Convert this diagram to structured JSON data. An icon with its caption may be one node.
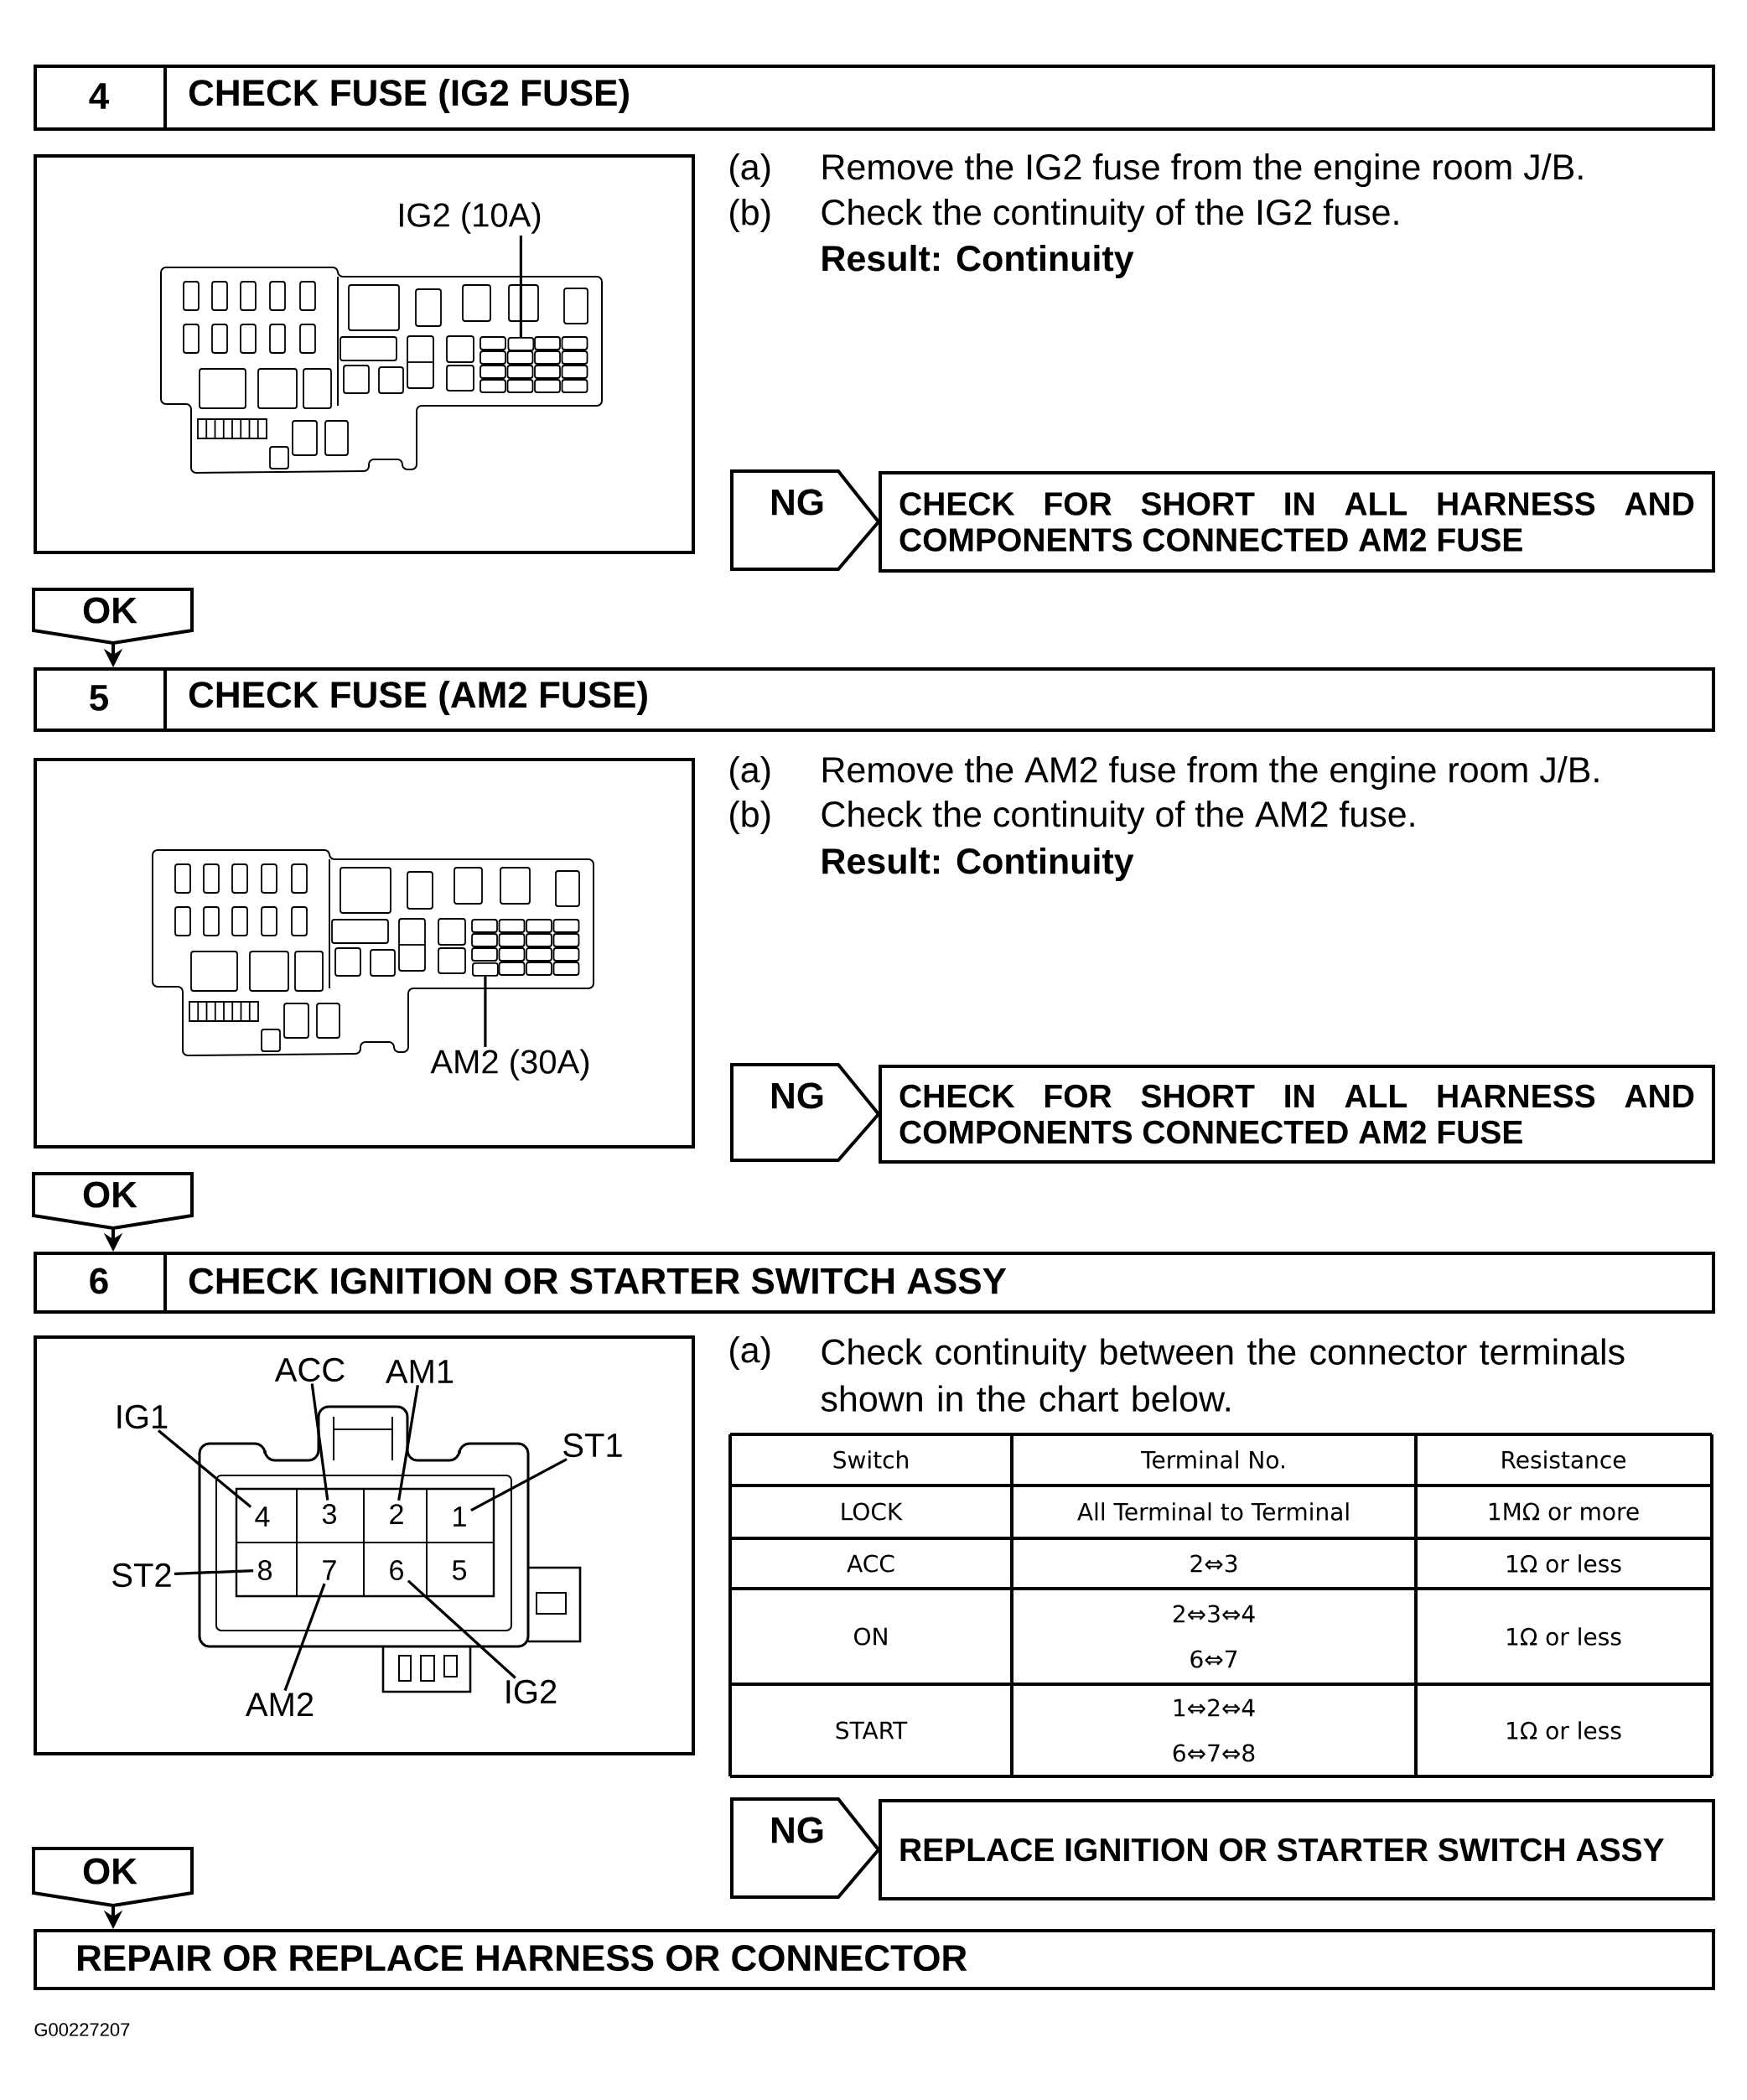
{
  "diagram": {
    "nodes": [
      {
        "text": [
          "4",
          "CHECK FUSE (IG2 FUSE)"
        ]
      },
      {
        "text": [],
        "shape": "box"
      },
      {
        "text": [
          "IG2 (10A)"
        ],
        "in": 1
      },
      {
        "text": [],
        "shape": "box",
        "in": 1
      },
      {
        "text": [
          "CHECK FOR SHORT IN ALL HARNESS AND COMPONENTS CONNECTED AM2 FUSE"
        ]
      },
      {
        "text": [
          "5",
          "CHECK FUSE (AM2 FUSE)"
        ]
      },
      {
        "text": [],
        "shape": "box"
      },
      {
        "text": [],
        "shape": "box",
        "in": 6
      },
      {
        "text": [
          "AM2 (30A)"
        ],
        "in": 6
      },
      {
        "text": [
          "CHECK FOR SHORT IN ALL HARNESS AND COMPONENTS CONNECTED AM2 FUSE"
        ]
      },
      {
        "text": [
          "6",
          "CHECK IGNITION OR STARTER SWITCH ASSY"
        ]
      },
      {
        "text": [],
        "shape": "box"
      },
      {
        "text": [
          "IG1"
        ],
        "in": 11
      },
      {
        "text": [
          "ACC"
        ],
        "in": 11
      },
      {
        "text": [
          "AM1"
        ],
        "in": 11
      },
      {
        "text": [
          "ST1"
        ],
        "in": 11
      },
      {
        "text": [
          "ST2"
        ],
        "in": 11
      },
      {
        "text": [
          "AM2"
        ],
        "in": 11
      },
      {
        "text": [
          "IG2"
        ],
        "in": 11
      },
      {
        "text": [
          "4"
        ],
        "in": 11
      },
      {
        "text": [
          "3"
        ],
        "in": 11
      },
      {
        "text": [
          "2"
        ],
        "in": 11
      },
      {
        "text": [
          "1"
        ],
        "in": 11
      },
      {
        "text": [
          "8"
        ],
        "in": 11
      },
      {
        "text": [
          "7"
        ],
        "in": 11
      },
      {
        "text": [
          "6"
        ],
        "in": 11
      },
      {
        "text": [
          "5"
        ],
        "in": 11
      },
      {
        "text": [
          "REPLACE IGNITION OR STARTER SWITCH ASSY"
        ]
      },
      {
        "text": [
          "REPAIR OR REPLACE HARNESS OR CONNECTOR"
        ]
      }
    ],
    "edges": [
      {
        "from": null,
        "to": 4,
        "arrow": "to",
        "label": "NG"
      },
      {
        "from": null,
        "to": 5,
        "arrow": "to",
        "label": "OK"
      },
      {
        "from": null,
        "to": 9,
        "arrow": "to",
        "label": "NG"
      },
      {
        "from": null,
        "to": 10,
        "arrow": "to",
        "label": "OK"
      },
      {
        "from": null,
        "to": 27,
        "arrow": "to",
        "label": "NG"
      },
      {
        "from": null,
        "to": 28,
        "arrow": "to",
        "label": "OK"
      },
      {
        "from": 2,
        "to": 3,
        "arrow": "none"
      },
      {
        "from": 8,
        "to": 7,
        "arrow": "none"
      },
      {
        "from": 12,
        "to": 19,
        "arrow": "none"
      },
      {
        "from": 13,
        "to": 20,
        "arrow": "none"
      },
      {
        "from": 14,
        "to": 21,
        "arrow": "none"
      },
      {
        "from": 15,
        "to": 22,
        "arrow": "none"
      },
      {
        "from": 16,
        "to": 23,
        "arrow": "none"
      },
      {
        "from": 17,
        "to": 24,
        "arrow": "none"
      },
      {
        "from": 18,
        "to": 25,
        "arrow": "none"
      }
    ],
    "labels": [
      "(a)",
      "Remove the IG2 fuse from the engine room J/B.",
      "(b)",
      "Check the continuity of the IG2 fuse.",
      "Result: Continuity",
      "(a)",
      "Remove the AM2 fuse from the engine room J/B.",
      "(b)",
      "Check the continuity of the AM2 fuse.",
      "Result: Continuity",
      "(a)",
      "Check continuity between the connector terminals shown in the chart below.",
      "Switch",
      "Terminal No.",
      "Resistance",
      "LOCK",
      "All Terminal to Terminal",
      "1MΩ or more",
      "ACC",
      "2⇔3",
      "1Ω or less",
      "ON",
      "2⇔3⇔4 6⇔7",
      "1Ω or less",
      "START",
      "1⇔2⇔4 6⇔7⇔8",
      "1Ω or less",
      "G00227207"
    ]
  }
}
